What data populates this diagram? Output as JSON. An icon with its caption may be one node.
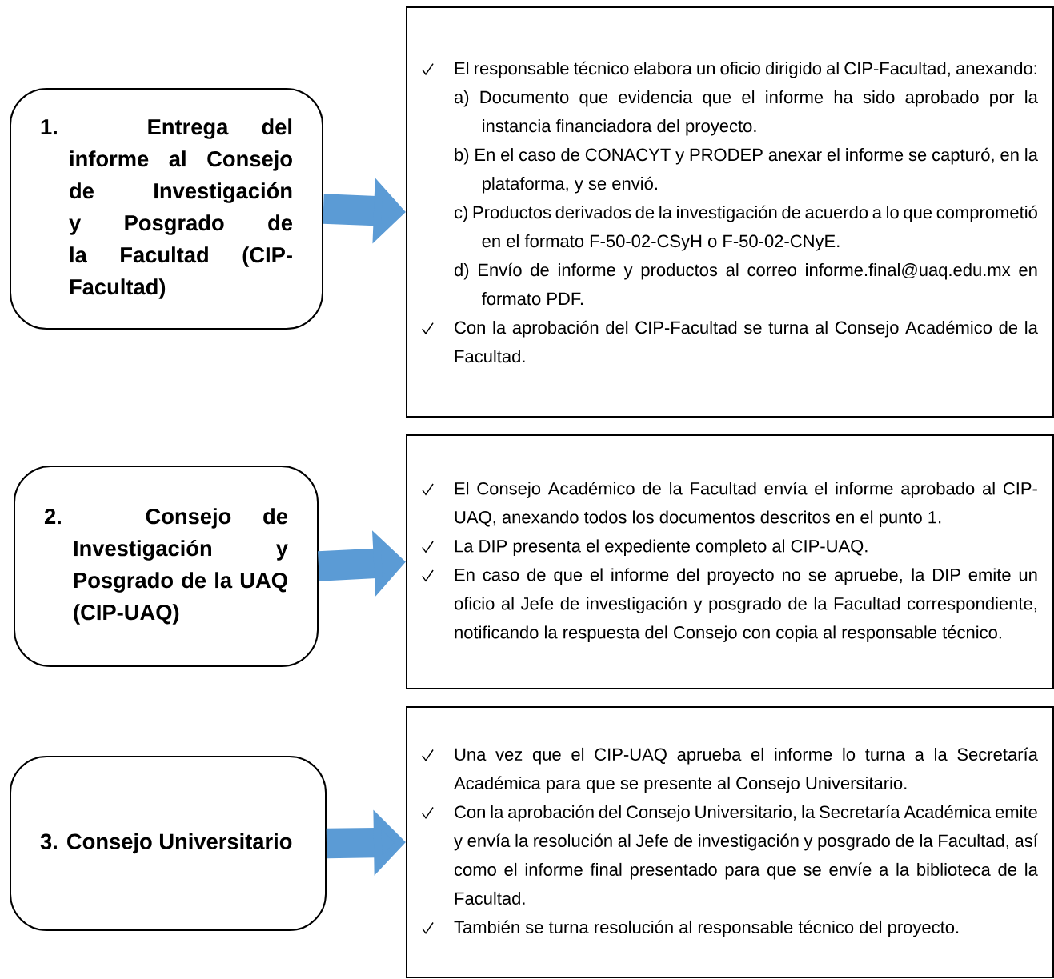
{
  "diagram": {
    "nodes": [
      {
        "text": [
          "1. Entrega del informe al Consejo de Investigación y Posgrado de la Facultad (CIP-Facultad)"
        ]
      },
      {
        "text": [
          "El responsable técnico elabora un oficio dirigido al CIP-Facultad, anexando:",
          "a) Documento que evidencia que el informe ha sido aprobado por la instancia financiadora del proyecto.",
          "b) En el caso de CONACYT y PRODEP anexar el informe se capturó, en la plataforma, y se envió.",
          "c) Productos derivados de la investigación de acuerdo a lo que comprometió en el formato F-50-02-CSyH o F-50-02-CNyE.",
          "d) Envío de informe y productos al correo informe.final@uaq.edu.mx en formato PDF.",
          "Con la aprobación del CIP-Facultad se turna al Consejo Académico de la Facultad."
        ]
      },
      {
        "text": [
          "2. Consejo de Investigación y Posgrado de la UAQ (CIP-UAQ)"
        ]
      },
      {
        "text": [
          "El Consejo Académico de la Facultad envía el informe aprobado al CIP-UAQ, anexando todos los documentos descritos en el punto 1.",
          "La DIP presenta el expediente completo al CIP-UAQ.",
          "En caso de que el informe del proyecto no se apruebe, la DIP emite un oficio al Jefe de investigación y posgrado de la Facultad correspondiente, notificando la respuesta del Consejo con copia al responsable técnico."
        ]
      },
      {
        "text": [
          "3. Consejo Universitario"
        ]
      },
      {
        "text": [
          "Una vez que el CIP-UAQ aprueba el informe lo turna a la Secretaría Académica para que se presente al Consejo Universitario.",
          "Con la aprobación del Consejo Universitario, la Secretaría Académica emite y envía la resolución al Jefe de investigación y posgrado de la Facultad, así como el informe final presentado para que se envíe a la biblioteca de la Facultad.",
          "También se turna resolución al responsable técnico del proyecto."
        ]
      }
    ],
    "edges": [
      {
        "from": 0,
        "to": 1,
        "arrow": "to"
      },
      {
        "from": 2,
        "to": 3,
        "arrow": "to"
      },
      {
        "from": 4,
        "to": 5,
        "arrow": "to"
      }
    ]
  }
}
